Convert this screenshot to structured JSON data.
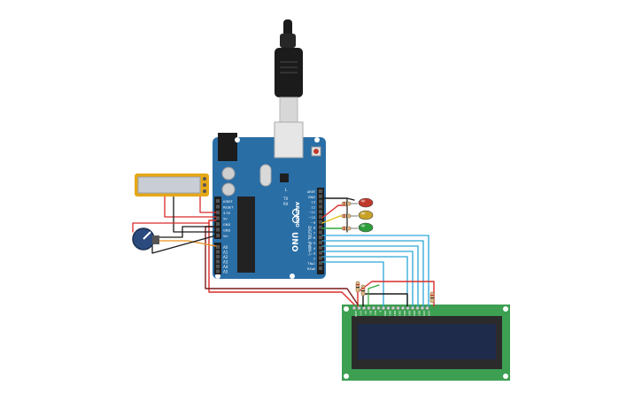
{
  "canvas": {
    "background": "#ffffff"
  },
  "arduino": {
    "brand_label": "ARDUINO",
    "model_label": "UNO",
    "digital_header_label": "DIGITAL (PWM~)",
    "power_labels": [
      "IOREF",
      "RESET",
      "3.3V",
      "5V",
      "GND",
      "GND",
      "Vin"
    ],
    "analog_labels": [
      "A0",
      "A1",
      "A2",
      "A3",
      "A4",
      "A5"
    ],
    "digital_labels": [
      "AREF",
      "GND",
      "13",
      "12",
      "~11",
      "~10",
      "~9",
      "8",
      "7",
      "~6",
      "~5",
      "4",
      "~3",
      "2",
      "TX▸1",
      "RX◂0"
    ],
    "tx_label": "TX",
    "rx_label": "RX",
    "l_label": "L",
    "colors": {
      "board": "#2a6ea6",
      "header": "#1f1f1f",
      "chip": "#222222"
    }
  },
  "usb_cable": {
    "colors": {
      "plug": "#1b1b1b",
      "metal": "#d7d7d7"
    }
  },
  "lcd": {
    "pin_labels": [
      "GND",
      "VCC",
      "V0",
      "RS",
      "RW",
      "E",
      "DB0",
      "DB1",
      "DB2",
      "DB3",
      "DB4",
      "DB5",
      "DB6",
      "DB7",
      "LED",
      "LED"
    ],
    "colors": {
      "pcb": "#3d9f52",
      "bezel": "#2b2b2b",
      "screen": "#1e2b4a"
    }
  },
  "leds": [
    {
      "color_name": "red",
      "color": "#c0392b"
    },
    {
      "color_name": "yellow",
      "color": "#c9a227"
    },
    {
      "color_name": "green",
      "color": "#2e9e3c"
    }
  ],
  "sensor_module": {
    "colors": {
      "frame": "#e6a817",
      "window": "#c9ced6"
    }
  },
  "potentiometer": {
    "colors": {
      "knob": "#2b4b7e"
    }
  },
  "wire_colors": {
    "ground": "#1a1a1a",
    "power": "#d92b2b",
    "signal_blue": "#2aa6d8",
    "signal_green": "#2eaa3a",
    "signal_yellow": "#e1c41f",
    "signal_orange": "#e98f1c",
    "dark_red": "#7a1a1a"
  }
}
